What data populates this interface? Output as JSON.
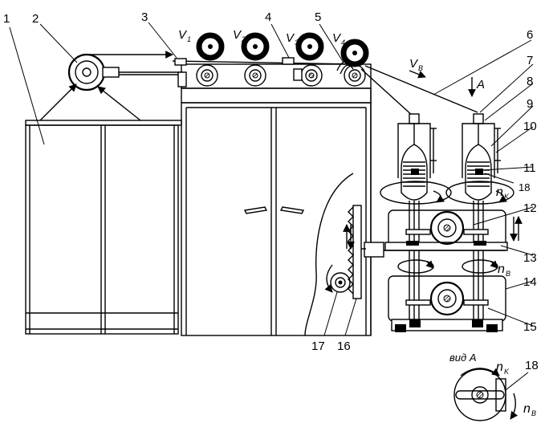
{
  "labels": {
    "n1": "1",
    "n2": "2",
    "n3": "3",
    "n4": "4",
    "n5": "5",
    "n6": "6",
    "n7": "7",
    "n8": "8",
    "n9": "9",
    "n10": "10",
    "n11": "11",
    "n12": "12",
    "n13": "13",
    "n14": "14",
    "n15": "15",
    "n16": "16",
    "n17": "17",
    "n18a": "18",
    "n18b": "18"
  },
  "symbols": {
    "v1": "V",
    "v1_sub": "1",
    "v2": "V",
    "v2_sub": "2",
    "v3": "V",
    "v3_sub": "3",
    "v4": "V",
    "v4_sub": "4",
    "vb": "V",
    "vb_sub": "B",
    "a": "A",
    "nk": "n",
    "nk_sub": "K",
    "nb": "n",
    "nb_sub": "B",
    "view_a": "вид A",
    "nk2": "n",
    "nk2_sub": "K",
    "nb2": "n",
    "nb2_sub": "B"
  }
}
